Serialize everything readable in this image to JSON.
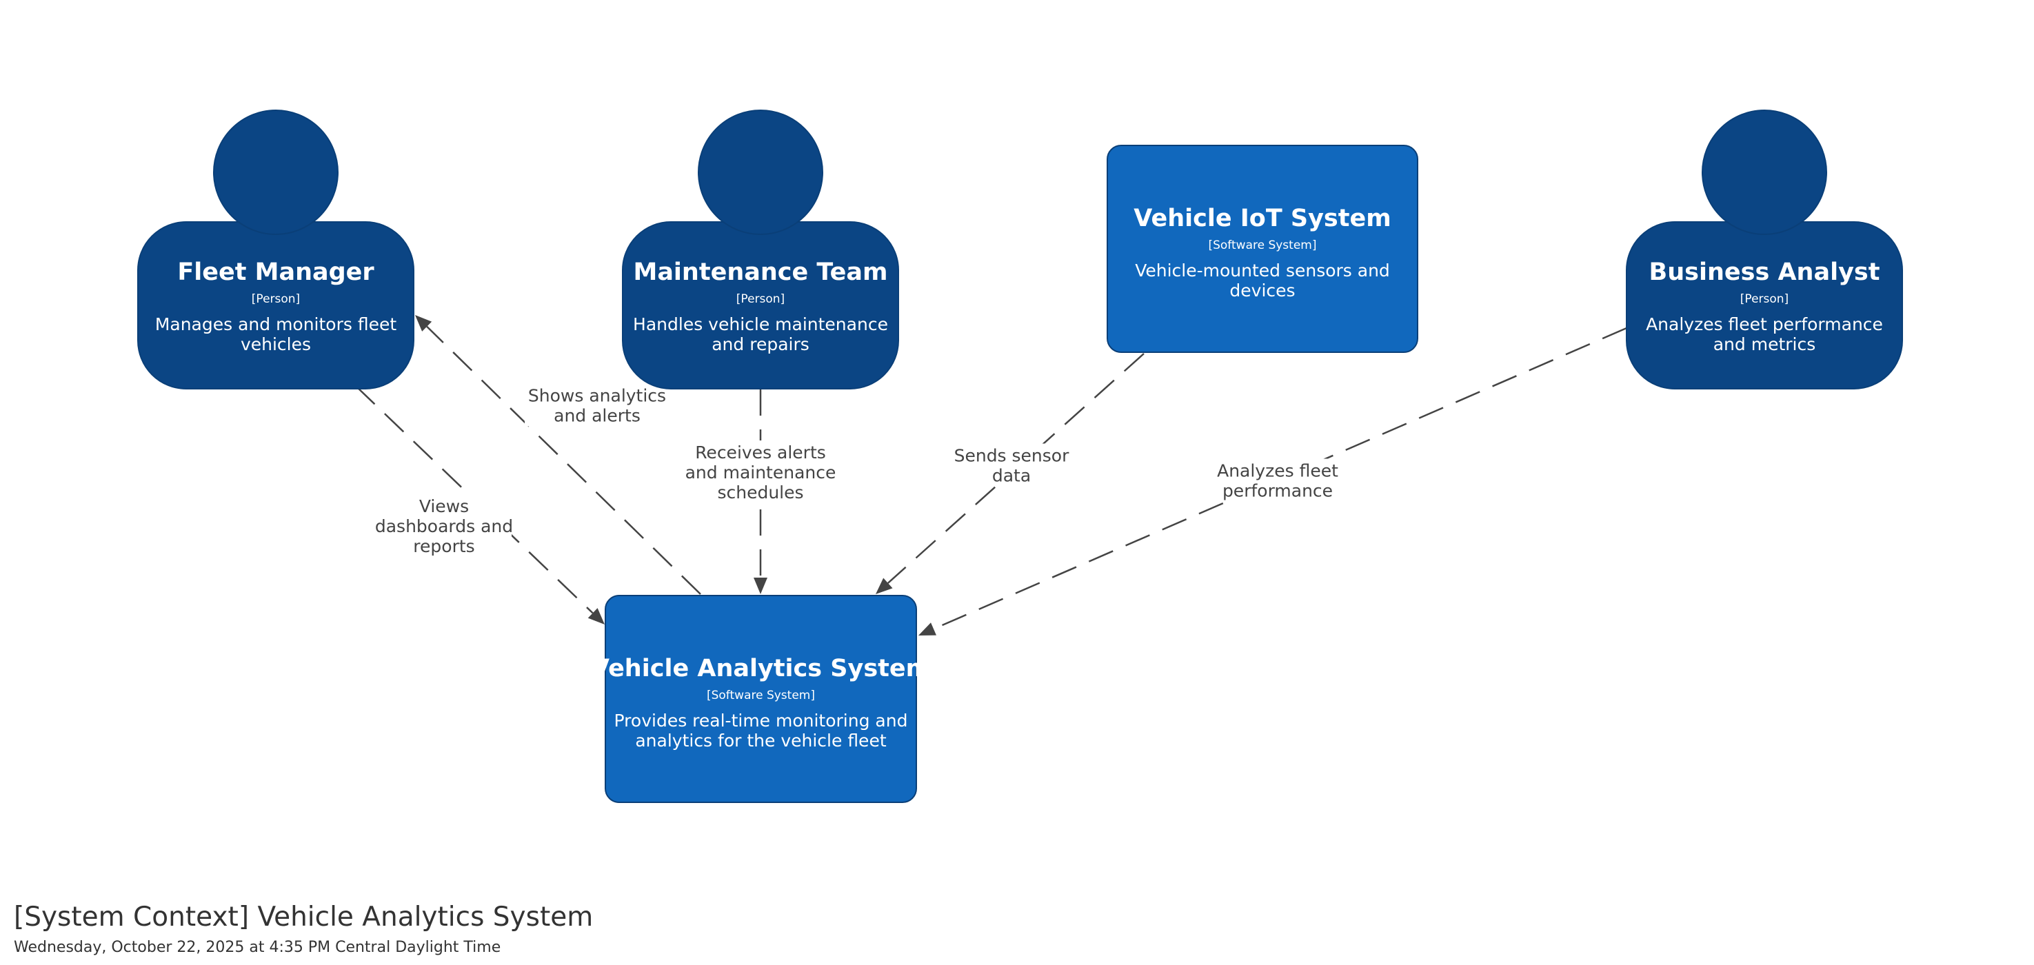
{
  "diagram": {
    "title": "[System Context] Vehicle Analytics System",
    "subtitle": "Wednesday, October 22, 2025 at 4:35 PM Central Daylight Time",
    "colors": {
      "person": "#0b4584",
      "software_system": "#1168bd",
      "border": "#0a3f78",
      "edge": "#444444",
      "background": "#ffffff"
    },
    "nodes": [
      {
        "id": "fleet_manager",
        "kind": "person",
        "title": "Fleet Manager",
        "type": "[Person]",
        "desc": [
          "Manages and monitors fleet",
          "vehicles"
        ]
      },
      {
        "id": "maintenance_team",
        "kind": "person",
        "title": "Maintenance Team",
        "type": "[Person]",
        "desc": [
          "Handles vehicle maintenance",
          "and repairs"
        ]
      },
      {
        "id": "vehicle_iot",
        "kind": "system",
        "title": "Vehicle IoT System",
        "type": "[Software System]",
        "desc": [
          "Vehicle-mounted sensors and",
          "devices"
        ]
      },
      {
        "id": "business_analyst",
        "kind": "person",
        "title": "Business Analyst",
        "type": "[Person]",
        "desc": [
          "Analyzes fleet performance",
          "and metrics"
        ]
      },
      {
        "id": "vehicle_analytics",
        "kind": "system",
        "title": "Vehicle Analytics System",
        "type": "[Software System]",
        "desc": [
          "Provides real-time monitoring and",
          "analytics for the vehicle fleet"
        ]
      }
    ],
    "edges": [
      {
        "id": "views",
        "from": "fleet_manager",
        "to": "vehicle_analytics",
        "label": [
          "Views",
          "dashboards and",
          "reports"
        ]
      },
      {
        "id": "shows",
        "from": "vehicle_analytics",
        "to": "fleet_manager",
        "label": [
          "Shows analytics",
          "and alerts"
        ]
      },
      {
        "id": "receives",
        "from": "maintenance_team",
        "to": "vehicle_analytics",
        "label": [
          "Receives alerts",
          "and maintenance",
          "schedules"
        ]
      },
      {
        "id": "sends",
        "from": "vehicle_iot",
        "to": "vehicle_analytics",
        "label": [
          "Sends sensor",
          "data"
        ]
      },
      {
        "id": "analyzes",
        "from": "business_analyst",
        "to": "vehicle_analytics",
        "label": [
          "Analyzes fleet",
          "performance"
        ]
      }
    ]
  }
}
